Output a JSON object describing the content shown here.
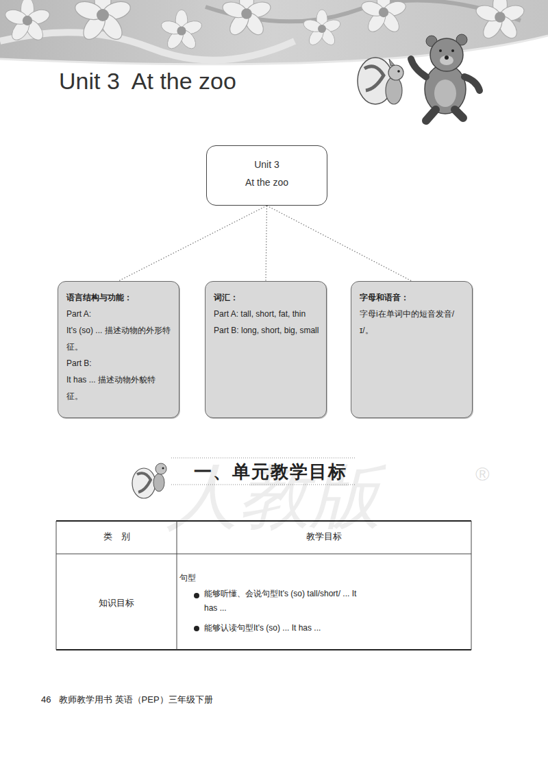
{
  "diagram": {
    "title": "Unit 3  At the zoo",
    "nodes": [
      {
        "text": [
          "Unit 3",
          "At the zoo"
        ]
      },
      {
        "text": [
          "语言结构与功能：",
          "Part A:",
          "It's (so) ... 描述动物的外形特征。",
          "Part B:",
          "It has ... 描述动物外貌特征。"
        ]
      },
      {
        "text": [
          "词汇：",
          "Part A: tall, short, fat, thin",
          "Part B: long, short, big, small"
        ]
      },
      {
        "text": [
          "字母和语音：",
          "字母i在单词中的短音发音/ɪ/。"
        ]
      }
    ],
    "edges": [
      {
        "from": 0,
        "to": 1,
        "arrow": "none"
      },
      {
        "from": 0,
        "to": 2,
        "arrow": "none"
      },
      {
        "from": 0,
        "to": 3,
        "arrow": "none"
      }
    ],
    "labels": [
      "一、单元教学目标",
      "类　别",
      "教学目标",
      "知识目标",
      "句型",
      "能够听懂、会说句型It's (so) tall/short/ ... It has ...",
      "能够认读句型It's (so) ... It has ...",
      "人教版",
      "®",
      "46",
      "教师教学用书 英语（PEP）三年级下册"
    ]
  }
}
